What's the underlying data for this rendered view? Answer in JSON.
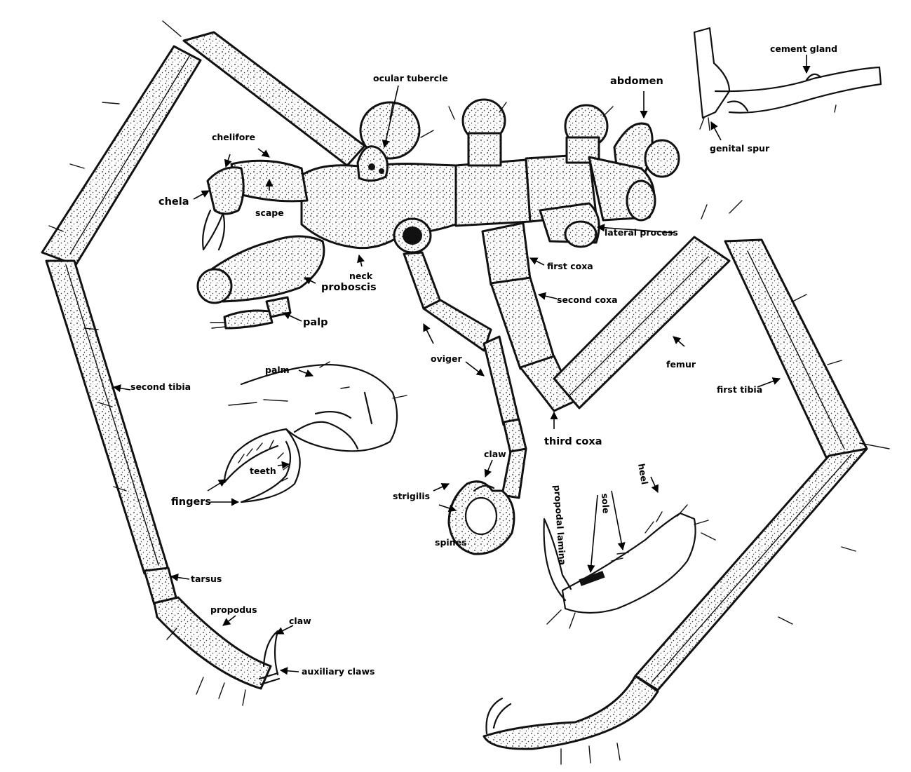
{
  "labels": {
    "ocular_tubercle": "ocular tubercle",
    "abdomen": "abdomen",
    "cement_gland": "cement gland",
    "genital_spur": "genital spur",
    "chelifore": "chelifore",
    "chela": "chela",
    "scape": "scape",
    "neck": "neck",
    "lateral_process": "lateral process",
    "first_coxa": "first coxa",
    "second_coxa": "second coxa",
    "proboscis": "proboscis",
    "palp": "palp",
    "oviger": "oviger",
    "femur": "femur",
    "first_tibia": "first tibia",
    "second_tibia": "second tibia",
    "palm": "palm",
    "teeth": "teeth",
    "fingers": "fingers",
    "claw_oviger": "claw",
    "strigilis": "strigilis",
    "spines": "spines",
    "third_coxa": "third coxa",
    "propodal_lamina": "propodal lamina",
    "sole": "sole",
    "heel": "heel",
    "tarsus": "tarsus",
    "propodus": "propodus",
    "claw_leg": "claw",
    "auxiliary_claws": "auxiliary claws"
  }
}
